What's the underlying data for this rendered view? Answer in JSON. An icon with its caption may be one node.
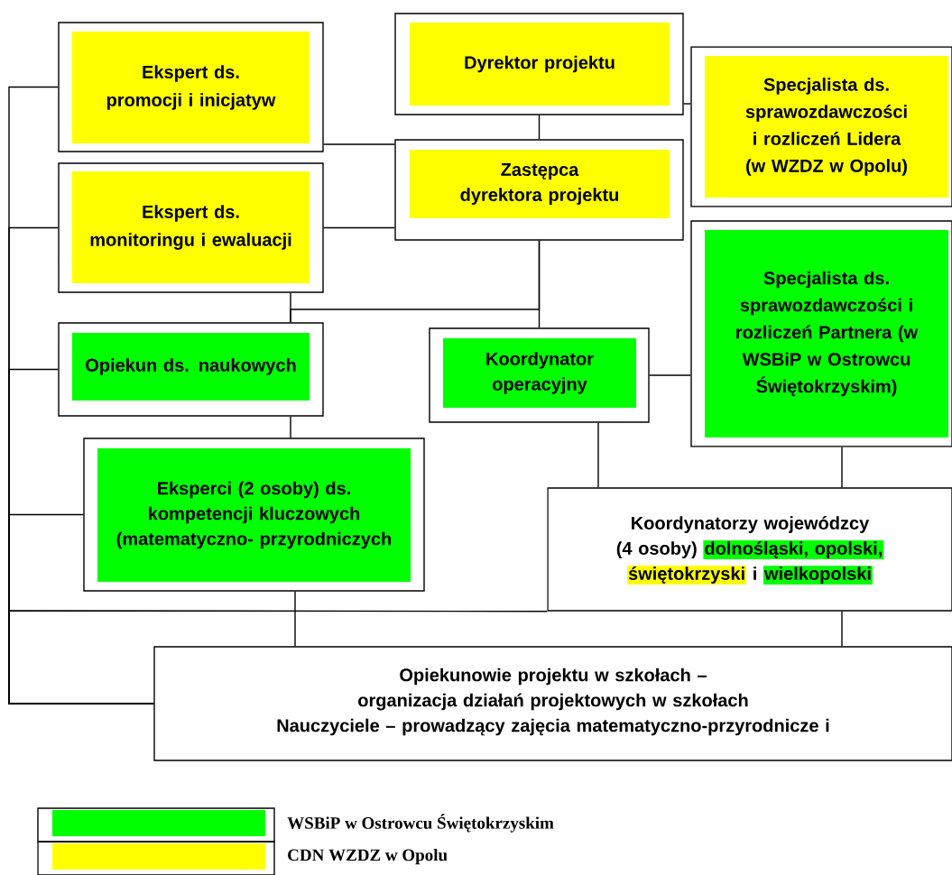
{
  "diagram": {
    "nodes": [
      {
        "text": [
          "Ekspert ds. promocji i inicjatyw"
        ]
      },
      {
        "text": [
          "Dyrektor projektu"
        ]
      },
      {
        "text": [
          "Specjalista ds. sprawozdawczości i rozliczeń Lidera (w WZDZ w Opolu)"
        ]
      },
      {
        "text": [
          "Zastępca dyrektora projektu"
        ]
      },
      {
        "text": [
          "Ekspert ds. monitoringu i ewaluacji"
        ]
      },
      {
        "text": [
          "Specjalista ds. sprawozdawczości i rozliczeń Partnera (w WSBiP w Ostrowcu Świętokrzyskim)"
        ]
      },
      {
        "text": [
          "Opiekun ds. naukowych"
        ]
      },
      {
        "text": [
          "Koordynator operacyjny"
        ]
      },
      {
        "text": [
          "Eksperci (2 osoby) ds. kompetencji kluczowych (matematyczno- przyrodniczych"
        ]
      },
      {
        "text": [
          "Koordynatorzy wojewódzcy",
          "(4 osoby)",
          "dolnośląski, opolski,",
          "świętokrzyski",
          "i",
          "wielkopolski"
        ]
      },
      {
        "text": [
          "Opiekunowie projektu w szkołach – organizacja działań projektowych w szkołach",
          "Nauczyciele – prowadzący zajęcia matematyczno-przyrodnicze i"
        ]
      }
    ],
    "edges": [
      {
        "from": 0,
        "to": 3,
        "arrow": "none"
      },
      {
        "from": 1,
        "to": 2,
        "arrow": "none"
      },
      {
        "from": 1,
        "to": 3,
        "arrow": "none"
      },
      {
        "from": 4,
        "to": 3,
        "arrow": "none"
      },
      {
        "from": 3,
        "to": 7,
        "arrow": "none"
      },
      {
        "from": 3,
        "to": 6,
        "arrow": "none"
      },
      {
        "from": 4,
        "to": 6,
        "arrow": "none"
      },
      {
        "from": 7,
        "to": 5,
        "arrow": "none"
      },
      {
        "from": 6,
        "to": 8,
        "arrow": "none"
      },
      {
        "from": 7,
        "to": 9,
        "arrow": "none"
      },
      {
        "from": 5,
        "to": 9,
        "arrow": "none"
      },
      {
        "from": 8,
        "to": 10,
        "arrow": "none"
      },
      {
        "from": 9,
        "to": 10,
        "arrow": "none"
      },
      {
        "from": 9,
        "to": 10,
        "arrow": "none"
      },
      {
        "from": 0,
        "to": 10,
        "arrow": "none"
      },
      {
        "from": 4,
        "to": 10,
        "arrow": "none"
      },
      {
        "from": 6,
        "to": 10,
        "arrow": "none"
      },
      {
        "from": 8,
        "to": 10,
        "arrow": "none"
      }
    ],
    "legend": [
      {
        "text": "WSBiP w Ostrowcu Świętokrzyskim",
        "color": "#00ff00"
      },
      {
        "text": "CDN WZDZ w Opolu",
        "color": "#ffff00"
      }
    ]
  }
}
